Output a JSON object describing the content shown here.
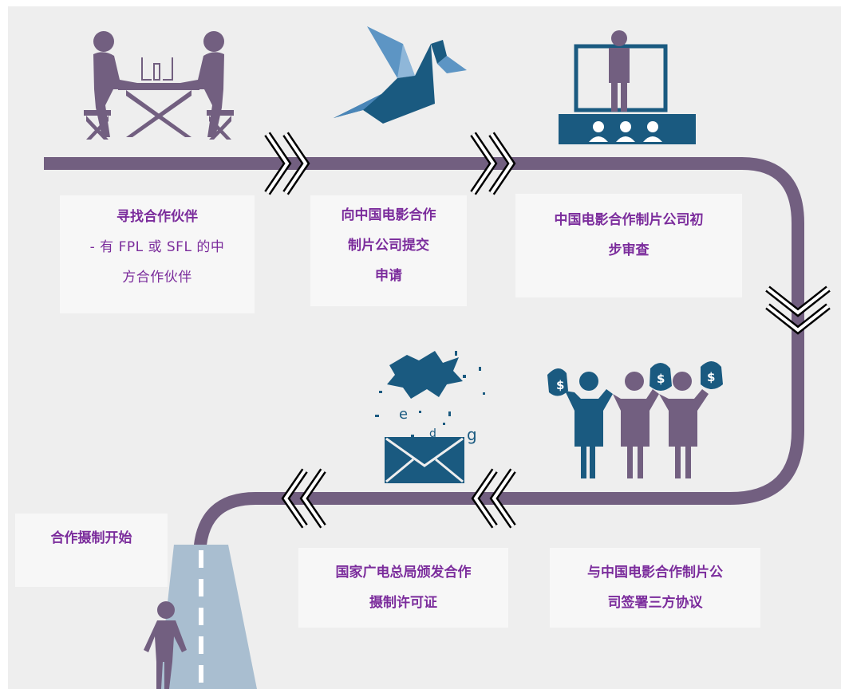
{
  "steps": [
    {
      "title": "寻找合作伙伴",
      "detail_line1": "- 有 FPL 或 SFL 的中",
      "detail_line2": "方合作伙伴"
    },
    {
      "line1": "向中国电影合作",
      "line2": "制片公司提交",
      "line3": "申请"
    },
    {
      "line1": "中国电影合作制片公司初",
      "line2": "步审查"
    },
    {
      "line1": "与中国电影合作制片公",
      "line2": "司签署三方协议"
    },
    {
      "line1": "国家广电总局颁发合作",
      "line2": "摄制许可证"
    },
    {
      "line1": "合作摄制开始"
    }
  ],
  "colors": {
    "path": "#725f80",
    "text": "#7b2c9c",
    "figure_purple": "#725f80",
    "figure_blue": "#1a5a80",
    "bird_light": "#5d95c4",
    "bird_dark": "#1a5a80",
    "road": "#a9bed0",
    "background": "#eeeeee",
    "box": "#f7f7f7"
  },
  "icons": [
    "meeting-icon",
    "origami-bird-icon",
    "presentation-icon",
    "money-bags-icon",
    "envelope-celebration-icon",
    "walking-person-icon"
  ]
}
